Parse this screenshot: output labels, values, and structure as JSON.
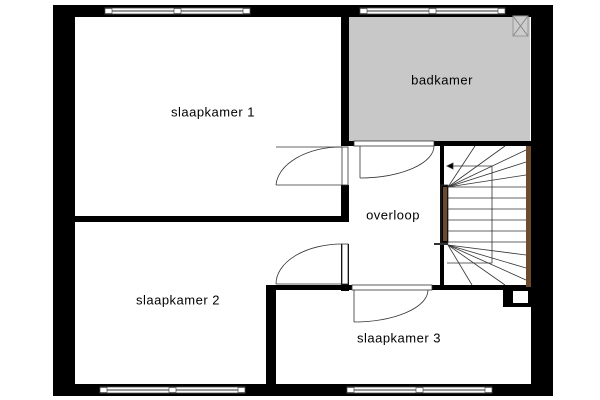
{
  "rooms": {
    "bedroom1": "slaapkamer 1",
    "bathroom": "badkamer",
    "landing": "overloop",
    "bedroom2": "slaapkamer 2",
    "bedroom3": "slaapkamer 3"
  },
  "colors": {
    "wall": "#000000",
    "bathroom_fill": "#c8c8c8",
    "stair_rail": "#6b4a2e"
  }
}
